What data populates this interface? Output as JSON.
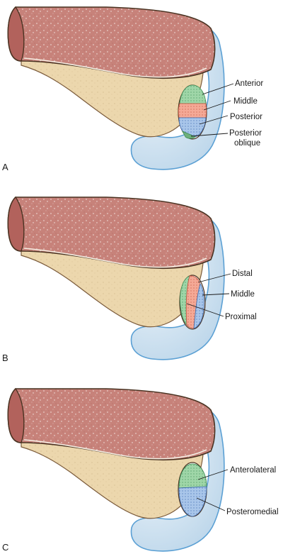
{
  "panels": [
    {
      "letter": "A",
      "labels": [
        "Anterior",
        "Middle",
        "Posterior",
        "Posterior",
        "oblique"
      ]
    },
    {
      "letter": "B",
      "labels": [
        "Distal",
        "Middle",
        "Proximal"
      ]
    },
    {
      "letter": "C",
      "labels": [
        "Anterolateral",
        "Posteromedial"
      ]
    }
  ],
  "colors": {
    "muscle": "#c97f78",
    "bone": "#efdcb2",
    "cartilage": "#d7e8f3",
    "cartilage_edge": "#5ba0d4",
    "outline": "#4a3322",
    "green_band": "#8fcf9b",
    "red_band": "#f09a86",
    "blue_band": "#9bbde6"
  }
}
